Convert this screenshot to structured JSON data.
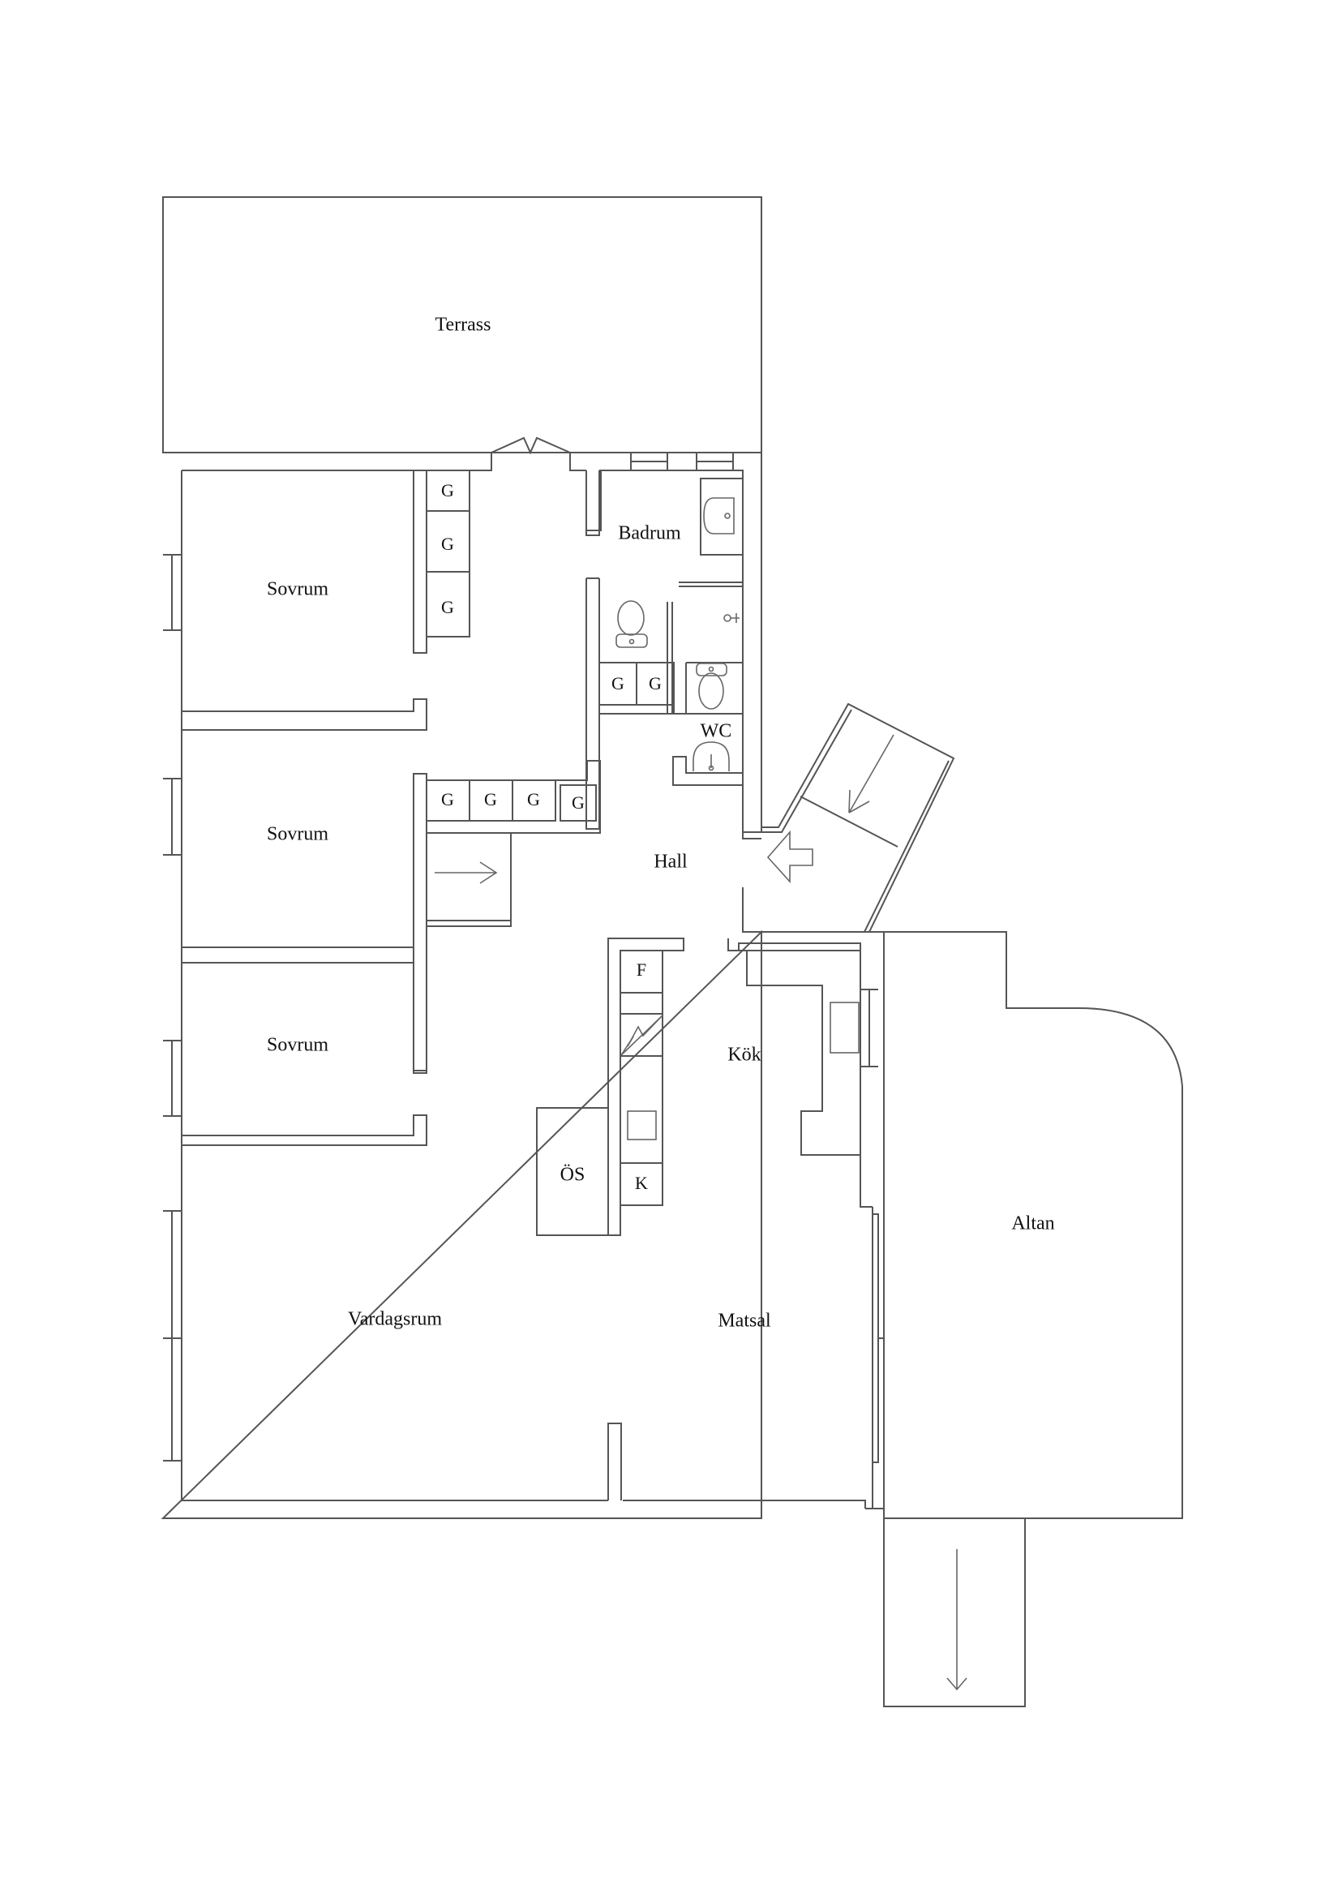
{
  "plan": {
    "rooms": {
      "terrass": "Terrass",
      "sovrum_1": "Sovrum",
      "sovrum_2": "Sovrum",
      "sovrum_3": "Sovrum",
      "badrum": "Badrum",
      "wc": "WC",
      "hall": "Hall",
      "kok": "Kök",
      "vardagsrum": "Vardagsrum",
      "matsal": "Matsal",
      "altan": "Altan",
      "os": "ÖS"
    },
    "fixtures": {
      "wardrobe": "G",
      "fridge": "F",
      "freezer": "K"
    },
    "colors": {
      "line": "#555555",
      "background": "#ffffff",
      "text": "#111111"
    }
  }
}
